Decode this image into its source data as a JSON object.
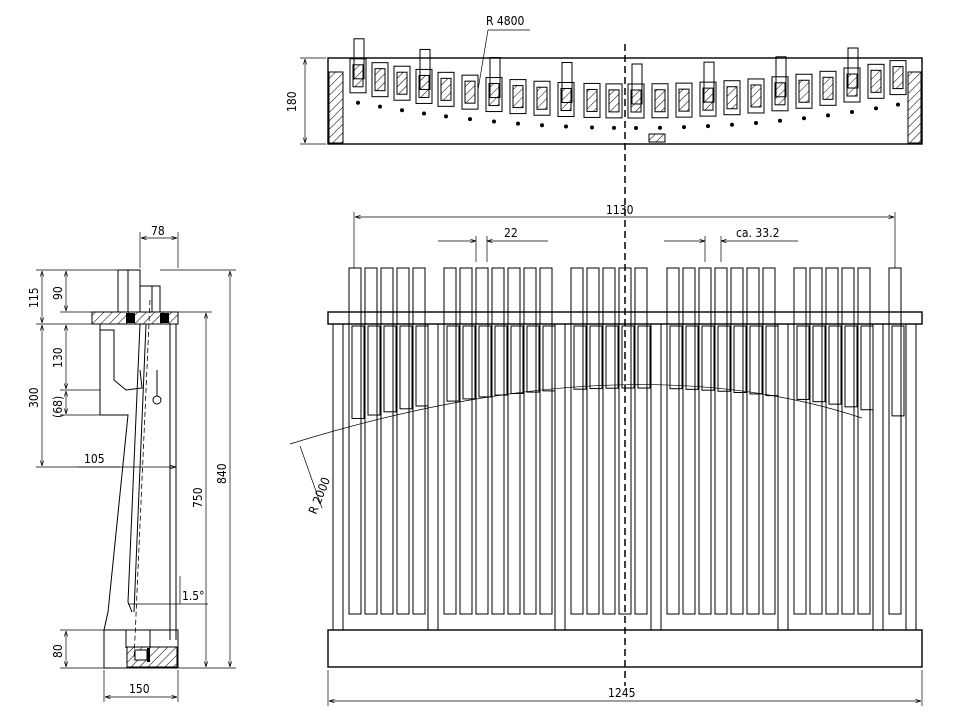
{
  "top_view": {
    "radius_label": "R 4800",
    "height_label": "180"
  },
  "front_view": {
    "overall_span_label": "1130",
    "bar_width_label": "22",
    "pitch_label": "ca. 33.2",
    "overall_width_label": "1245",
    "radius_label": "R 2000"
  },
  "side_view": {
    "top_width_label": "78",
    "top_height_label": "115",
    "upper_height_label": "90",
    "mid_height_label": "130",
    "section_height_label": "300",
    "bracket_height_label": "(68)",
    "depth_label": "105",
    "inner_height_label": "750",
    "total_height_label": "840",
    "angle_label": "1.5°",
    "base_height_label": "80",
    "base_width_label": "150"
  }
}
